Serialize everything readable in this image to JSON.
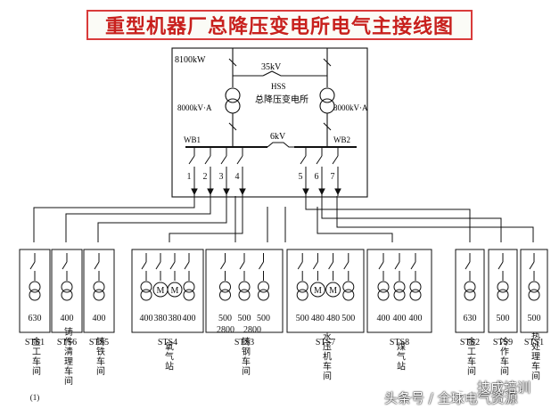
{
  "title": "重型机器厂总降压变电所电气主接线图",
  "top_box": {
    "capacity_label": "8100kW",
    "incoming_voltage": "35kV",
    "hss_label": "HSS",
    "substation_label": "总降压变电所",
    "transformer_left": "8000kV·A",
    "transformer_right": "8000kV·A",
    "bus_voltage": "6kV",
    "bus_left": "WB1",
    "bus_right": "WB2",
    "feeders": [
      "1",
      "2",
      "3",
      "4",
      "5",
      "6",
      "7"
    ]
  },
  "stations": [
    {
      "code": "STS1",
      "name": "金工车间",
      "extra": "(1)",
      "ratings": [
        "630"
      ]
    },
    {
      "code": "STS6",
      "name": "铸件清理车间",
      "ratings": [
        "400"
      ]
    },
    {
      "code": "STS5",
      "name": "铸铁车间",
      "ratings": [
        "400"
      ]
    },
    {
      "code": "STS4",
      "name": "氧气站",
      "ratings": [
        "400",
        "380",
        "380",
        "400"
      ]
    },
    {
      "code": "STS3",
      "name": "铸钢车间",
      "ratings": [
        "500",
        "500",
        "500"
      ],
      "sub_ratings": [
        "2800",
        "2800"
      ]
    },
    {
      "code": "STS7",
      "name": "水压机车间",
      "ratings": [
        "500",
        "480",
        "480",
        "500"
      ]
    },
    {
      "code": "STS8",
      "name": "煤气站",
      "ratings": [
        "400",
        "400",
        "400"
      ]
    },
    {
      "code": "STS2",
      "name": "金工车间",
      "ratings": [
        "630"
      ]
    },
    {
      "code": "STS9",
      "name": "冷作车间",
      "ratings": [
        "500"
      ]
    },
    {
      "code": "STS1",
      "name": "热处理车间",
      "ratings": [
        "500"
      ]
    }
  ],
  "motor_symbol": "M",
  "watermark": {
    "left_text": "头条号 / 全球电气资源",
    "right_text": "技成培训"
  }
}
